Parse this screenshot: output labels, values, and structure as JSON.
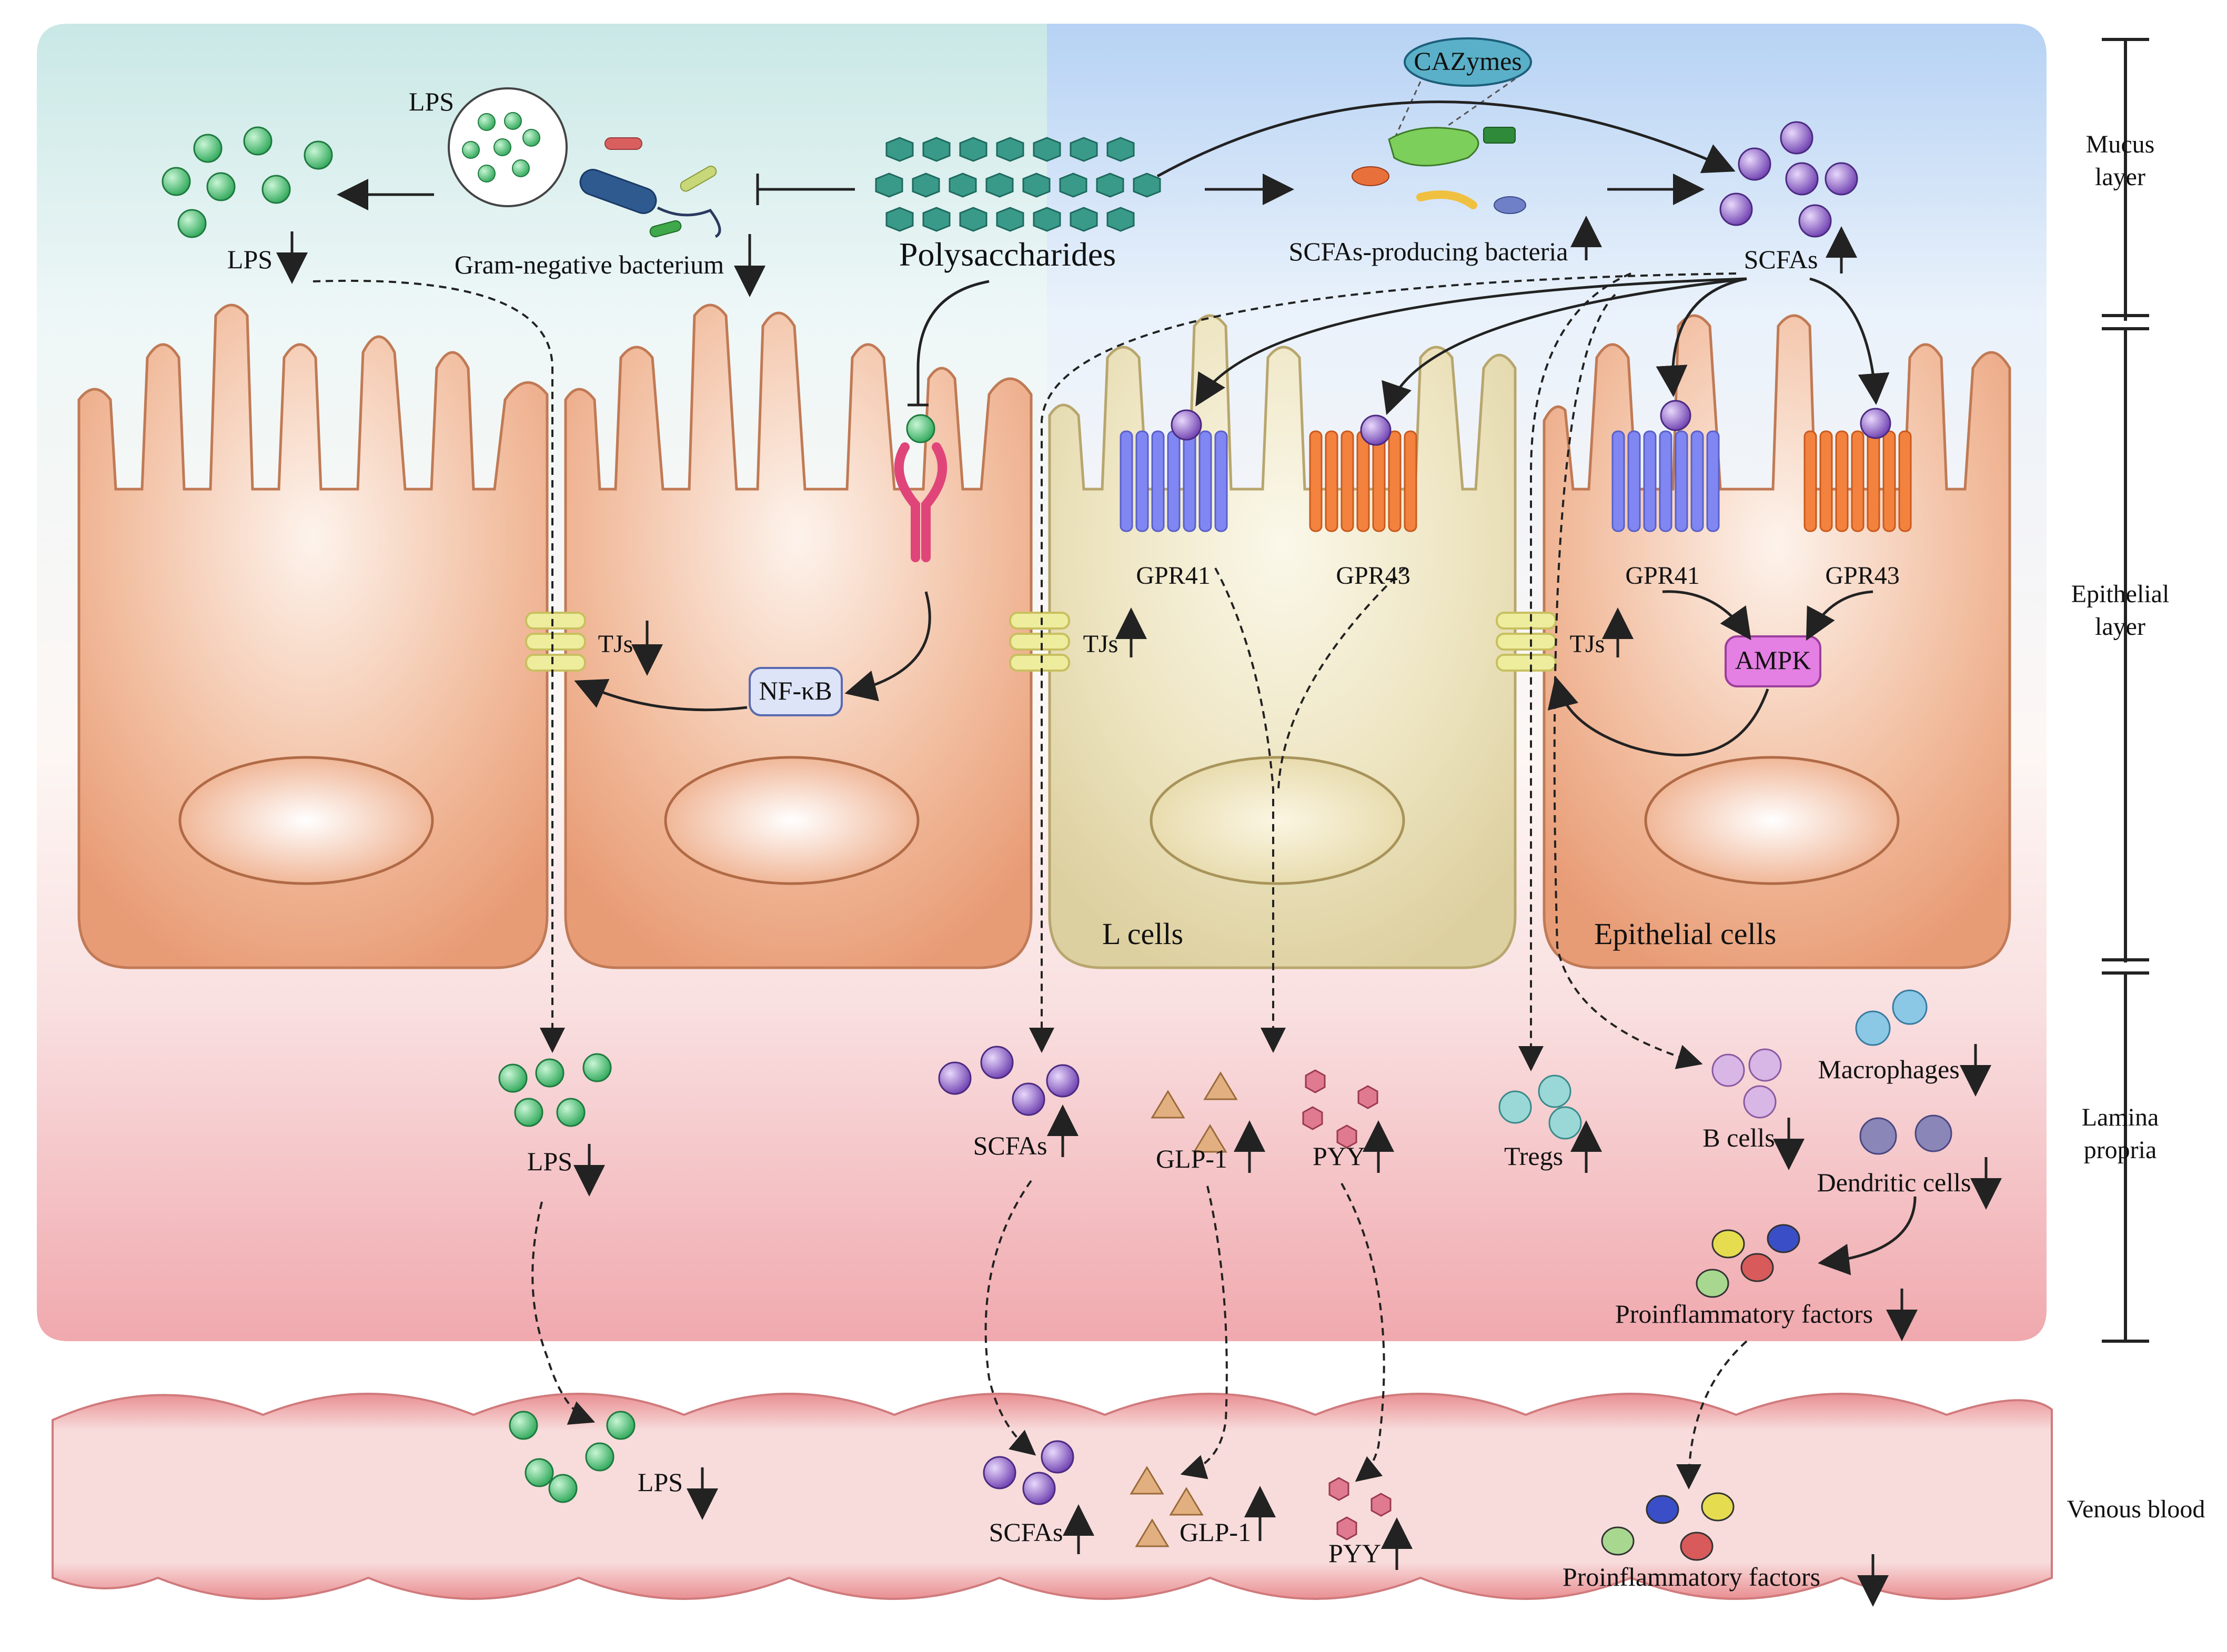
{
  "colors": {
    "mucus_left": "#cfe9e8",
    "mucus_right": "#bcd6f4",
    "lamina": "#f2b7bb",
    "epithelial_cell": "#eeaa86",
    "l_cell": "#e6dcb4",
    "vessel": "#f2a7a7",
    "lps": "#3fbf6a",
    "scfa": "#8c5fc7",
    "gpr41": "#7f86f0",
    "gpr43": "#f47f3f",
    "ampk": "#e07ae0",
    "nfkb": "#dfe6f7",
    "tj": "#efeea0"
  },
  "mucus": {
    "lps_label": "LPS",
    "lps_down_label": "LPS",
    "gram_negative_label": "Gram-negative bacterium",
    "polysaccharides_label": "Polysaccharides",
    "cazymes_label": "CAZymes",
    "scfa_bacteria_label": "SCFAs-producing bacteria",
    "scfas_label": "SCFAs"
  },
  "epithelium": {
    "tjs_label_1": "TJs",
    "tjs_label_2": "TJs",
    "tjs_label_3": "TJs",
    "nfkb_label": "NF-κB",
    "gpr41_label_1": "GPR41",
    "gpr43_label_1": "GPR43",
    "gpr41_label_2": "GPR41",
    "gpr43_label_2": "GPR43",
    "ampk_label": "AMPK",
    "l_cells_label": "L cells",
    "epithelial_cells_label": "Epithelial cells"
  },
  "lamina": {
    "lps_label": "LPS",
    "scfas_label": "SCFAs",
    "glp1_label": "GLP-1",
    "pyy_label": "PYY",
    "tregs_label": "Tregs",
    "bcells_label": "B cells",
    "macrophages_label": "Macrophages",
    "dendritic_label": "Dendritic cells",
    "proinflammatory_label": "Proinflammatory factors"
  },
  "blood": {
    "lps_label": "LPS",
    "scfas_label": "SCFAs",
    "glp1_label": "GLP-1",
    "pyy_label": "PYY",
    "proinflammatory_label": "Proinflammatory factors",
    "venous_label": "Venous blood"
  },
  "scale": {
    "mucus_label_1": "Mucus",
    "mucus_label_2": "layer",
    "epithelial_label_1": "Epithelial",
    "epithelial_label_2": "layer",
    "lamina_label_1": "Lamina",
    "lamina_label_2": "propria"
  }
}
